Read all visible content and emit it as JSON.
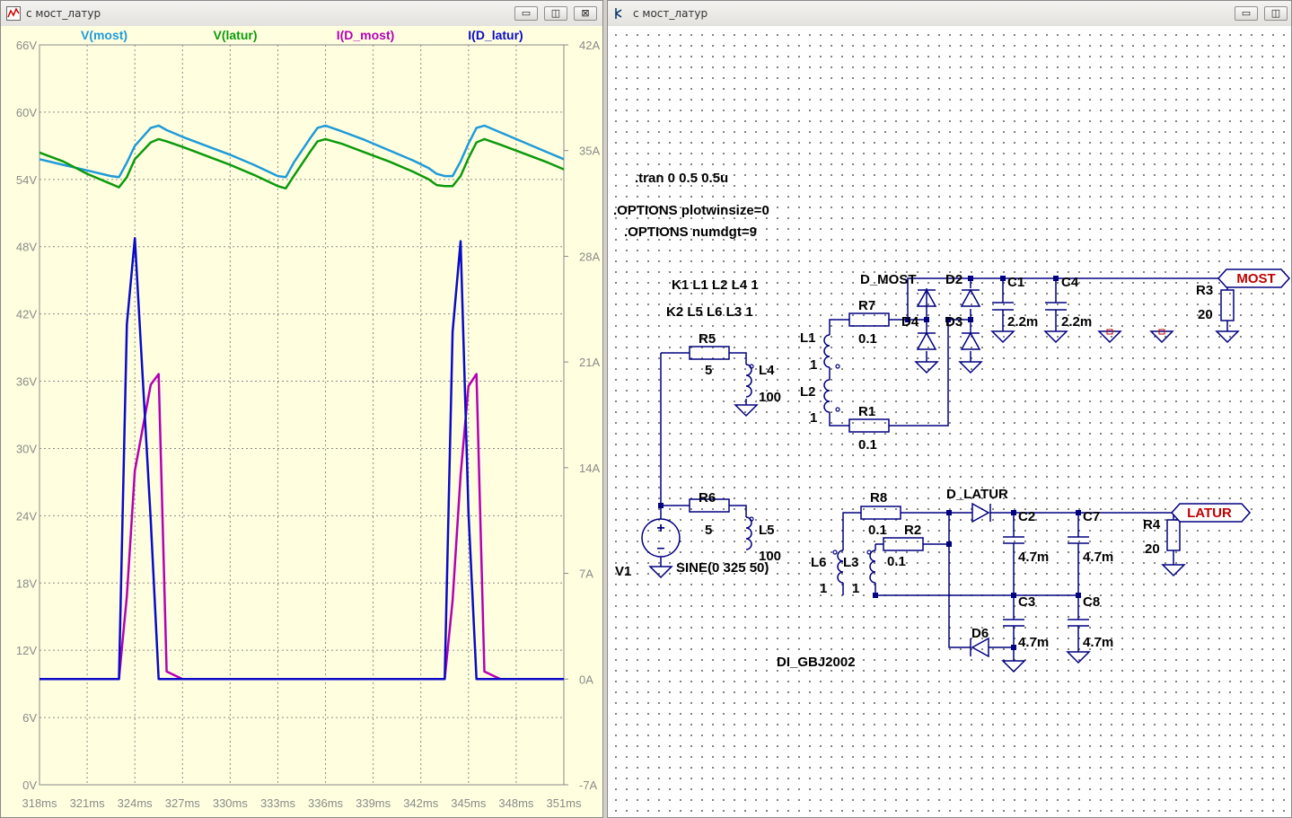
{
  "left_window": {
    "title": "с мост_латур",
    "buttons": [
      "▭",
      "◫",
      "⊠"
    ],
    "icon": "waveform-icon"
  },
  "right_window": {
    "title": "с мост_латур",
    "buttons": [
      "▭",
      "◫"
    ],
    "icon": "schematic-icon"
  },
  "chart_data": {
    "type": "line",
    "x": [
      318,
      319.5,
      321,
      322.5,
      323,
      323.5,
      324,
      325,
      325.5,
      326,
      327,
      328.5,
      330,
      331.5,
      333,
      333.5,
      334,
      335,
      335.5,
      336,
      337,
      338.5,
      340,
      341.5,
      342.5,
      343,
      343.5,
      344,
      344.5,
      345,
      345.5,
      346,
      347,
      348.5,
      350,
      351
    ],
    "x_tick_labels": [
      "318ms",
      "321ms",
      "324ms",
      "327ms",
      "330ms",
      "333ms",
      "336ms",
      "339ms",
      "342ms",
      "345ms",
      "348ms",
      "351ms"
    ],
    "y_tick_labels": [
      "0V",
      "6V",
      "12V",
      "18V",
      "24V",
      "30V",
      "36V",
      "42V",
      "48V",
      "54V",
      "60V",
      "66V"
    ],
    "y2_tick_labels": [
      "-7A",
      "0A",
      "7A",
      "14A",
      "21A",
      "28A",
      "35A",
      "42A"
    ],
    "xlim": [
      318,
      351
    ],
    "ylim": [
      0,
      66
    ],
    "y2lim": [
      -7,
      42
    ],
    "grid": true,
    "legend_position": "top",
    "series": [
      {
        "name": "V(most)",
        "axis": "left",
        "color": "#1f9bd8",
        "values": [
          55.8,
          55.3,
          54.8,
          54.3,
          54.2,
          55.5,
          57.0,
          58.6,
          58.8,
          58.4,
          57.8,
          57.0,
          56.2,
          55.3,
          54.3,
          54.2,
          55.5,
          57.6,
          58.6,
          58.8,
          58.3,
          57.5,
          56.6,
          55.7,
          55.0,
          54.5,
          54.3,
          54.3,
          55.6,
          57.2,
          58.6,
          58.8,
          58.2,
          57.3,
          56.4,
          55.8
        ]
      },
      {
        "name": "V(latur)",
        "axis": "left",
        "color": "#0c9a0c",
        "values": [
          56.4,
          55.6,
          54.5,
          53.6,
          53.3,
          54.2,
          55.8,
          57.3,
          57.6,
          57.4,
          56.9,
          56.1,
          55.3,
          54.4,
          53.4,
          53.2,
          54.3,
          56.4,
          57.4,
          57.6,
          57.2,
          56.4,
          55.6,
          54.7,
          54.0,
          53.5,
          53.4,
          53.4,
          54.3,
          55.9,
          57.3,
          57.6,
          57.1,
          56.3,
          55.5,
          54.9
        ]
      },
      {
        "name": "I(D_most)",
        "axis": "right",
        "color": "#b400b4",
        "values": [
          0,
          0,
          0,
          0,
          0,
          5.5,
          13.8,
          19.5,
          20.2,
          0.5,
          0,
          0,
          0,
          0,
          0,
          0,
          0,
          0,
          0,
          0,
          0,
          0,
          0,
          0,
          0,
          0,
          0,
          5.2,
          13.5,
          19.4,
          20.2,
          0.5,
          0,
          0,
          0,
          0
        ]
      },
      {
        "name": "I(D_latur)",
        "axis": "right",
        "color": "#0a0ac8",
        "values": [
          0,
          0,
          0,
          0,
          0,
          23.5,
          29.2,
          10.5,
          0,
          0,
          0,
          0,
          0,
          0,
          0,
          0,
          0,
          0,
          0,
          0,
          0,
          0,
          0,
          0,
          0,
          0,
          0,
          23.0,
          29.0,
          11.0,
          0,
          0,
          0,
          0,
          0,
          0
        ]
      }
    ]
  },
  "schematic": {
    "directives": [
      ".tran 0 0.5 0.5u",
      ".OPTIONS plotwinsize=0",
      ".OPTIONS numdgt=9"
    ],
    "couplings": [
      "K1 L1 L2 L4 1",
      "K2 L5 L6 L3 1"
    ],
    "source": {
      "name": "V1",
      "value": "SINE(0 325 50)"
    },
    "labels": {
      "D_MOST": "D_MOST",
      "D_LATUR": "D_LATUR",
      "D2": "D2",
      "D3": "D3",
      "D4": "D4",
      "D6": "D6",
      "C1": "C1",
      "C4": "C4",
      "C2": "C2",
      "C7": "C7",
      "C3": "C3",
      "C8": "C8",
      "C1v": "2.2m",
      "C4v": "2.2m",
      "C2v": "4.7m",
      "C7v": "4.7m",
      "C3v": "4.7m",
      "C8v": "4.7m",
      "R1": "R1",
      "R1v": "0.1",
      "R2": "R2",
      "R2v": "0.1",
      "R3": "R3",
      "R3v": "20",
      "R4": "R4",
      "R4v": "20",
      "R5": "R5",
      "R5v": "5",
      "R6": "R6",
      "R6v": "5",
      "R7": "R7",
      "R7v": "0.1",
      "R8": "R8",
      "R8v": "0.1",
      "L1": "L1",
      "L1v": "1",
      "L2": "L2",
      "L2v": "1",
      "L3": "L3",
      "L3v": "1",
      "L4": "L4",
      "L4v": "100",
      "L5": "L5",
      "L5v": "100",
      "L6": "L6",
      "L6v": "1",
      "garbled": "DI_GBJ2002"
    },
    "net_labels": {
      "most": "MOST",
      "latur": "LATUR"
    },
    "colors": {
      "wire": "#000080",
      "part": "#000080",
      "net_label": "#c00000"
    }
  }
}
